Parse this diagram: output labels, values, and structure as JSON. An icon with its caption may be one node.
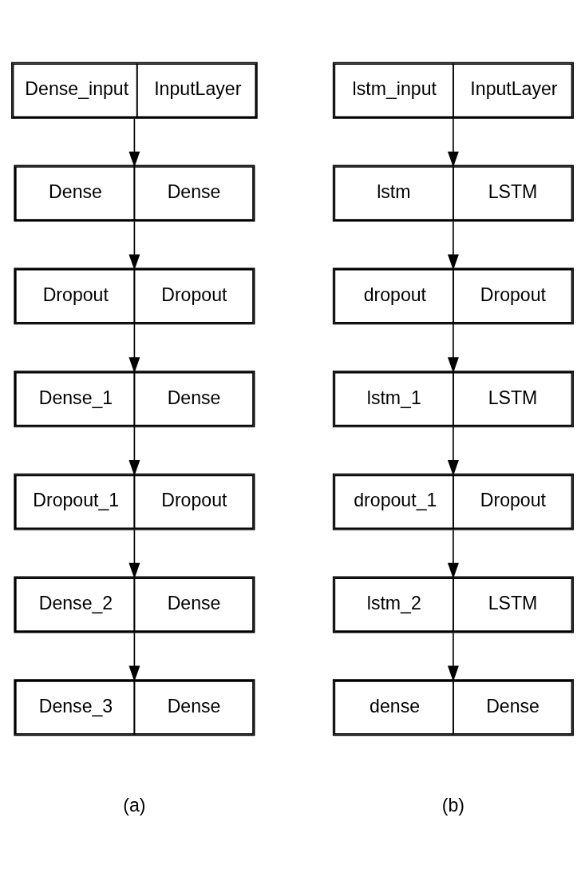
{
  "diagram": {
    "nodes": [
      {
        "text": [
          "Dense_input",
          "InputLayer"
        ]
      },
      {
        "text": [
          "Dense",
          "Dense"
        ]
      },
      {
        "text": [
          "Dropout",
          "Dropout"
        ]
      },
      {
        "text": [
          "Dense_1",
          "Dense"
        ]
      },
      {
        "text": [
          "Dropout_1",
          "Dropout"
        ]
      },
      {
        "text": [
          "Dense_2",
          "Dense"
        ]
      },
      {
        "text": [
          "Dense_3",
          "Dense"
        ]
      },
      {
        "text": [
          "lstm_input",
          "InputLayer"
        ]
      },
      {
        "text": [
          "lstm",
          "LSTM"
        ]
      },
      {
        "text": [
          "dropout",
          "Dropout"
        ]
      },
      {
        "text": [
          "lstm_1",
          "LSTM"
        ]
      },
      {
        "text": [
          "dropout_1",
          "Dropout"
        ]
      },
      {
        "text": [
          "lstm_2",
          "LSTM"
        ]
      },
      {
        "text": [
          "dense",
          "Dense"
        ]
      }
    ],
    "edges": [
      {
        "from": 0,
        "to": 1,
        "arrow": "to"
      },
      {
        "from": 1,
        "to": 2,
        "arrow": "to"
      },
      {
        "from": 2,
        "to": 3,
        "arrow": "to"
      },
      {
        "from": 3,
        "to": 4,
        "arrow": "to"
      },
      {
        "from": 4,
        "to": 5,
        "arrow": "to"
      },
      {
        "from": 5,
        "to": 6,
        "arrow": "to"
      },
      {
        "from": 7,
        "to": 8,
        "arrow": "to"
      },
      {
        "from": 8,
        "to": 9,
        "arrow": "to"
      },
      {
        "from": 9,
        "to": 10,
        "arrow": "to"
      },
      {
        "from": 10,
        "to": 11,
        "arrow": "to"
      },
      {
        "from": 11,
        "to": 12,
        "arrow": "to"
      },
      {
        "from": 12,
        "to": 13,
        "arrow": "to"
      }
    ],
    "labels": [
      "(a)",
      "(b)"
    ]
  }
}
